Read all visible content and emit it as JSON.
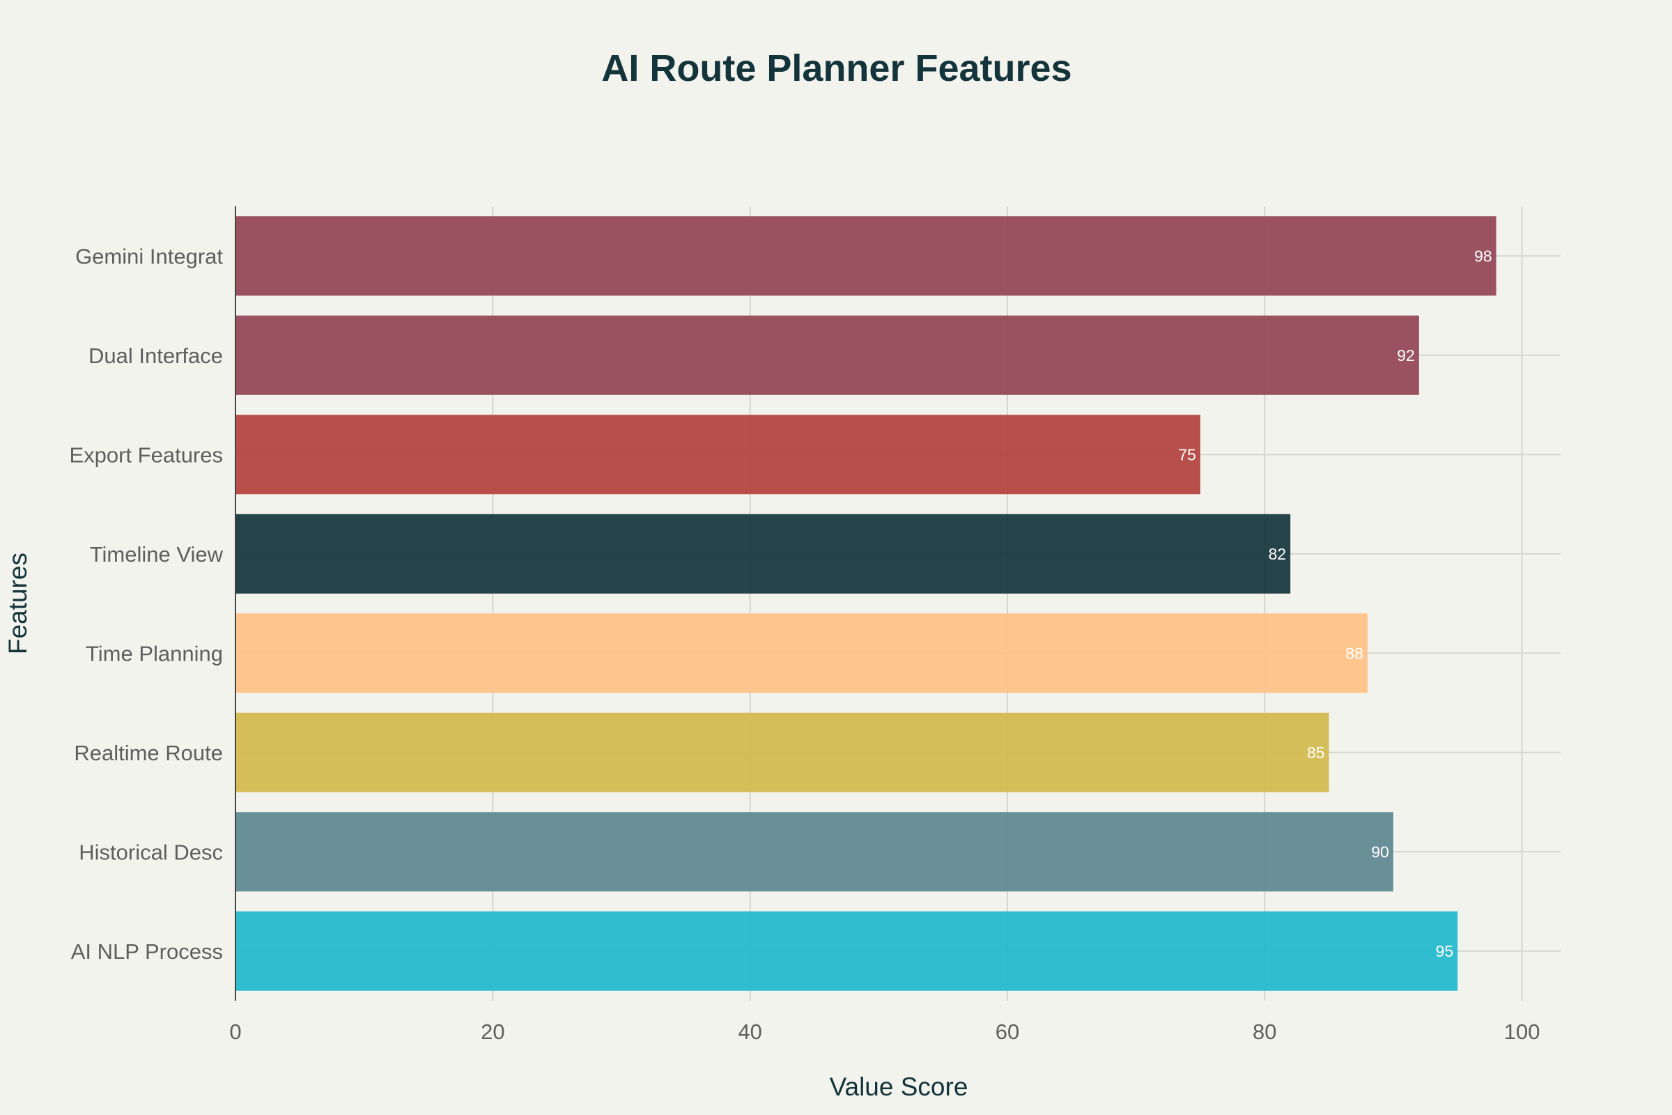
{
  "chart_data": {
    "type": "bar",
    "orientation": "horizontal",
    "title": "AI Route Planner Features",
    "xlabel": "Value Score",
    "ylabel": "Features",
    "xlim": [
      0,
      103
    ],
    "x_ticks": [
      0,
      20,
      40,
      60,
      80,
      100
    ],
    "grid": true,
    "legend": "none",
    "categories": [
      "AI NLP Process",
      "Historical Desc",
      "Realtime Route",
      "Time Planning",
      "Timeline View",
      "Export Features",
      "Dual Interface",
      "Gemini Integrat"
    ],
    "values": [
      95,
      90,
      85,
      88,
      82,
      75,
      92,
      98
    ],
    "colors": [
      "#21b8cd",
      "#5d878f",
      "#d2ba4c",
      "#ffc185",
      "#13343b",
      "#b4413c",
      "#944454",
      "#944454"
    ],
    "data_labels": [
      "95",
      "90",
      "85",
      "88",
      "82",
      "75",
      "92",
      "98"
    ]
  }
}
